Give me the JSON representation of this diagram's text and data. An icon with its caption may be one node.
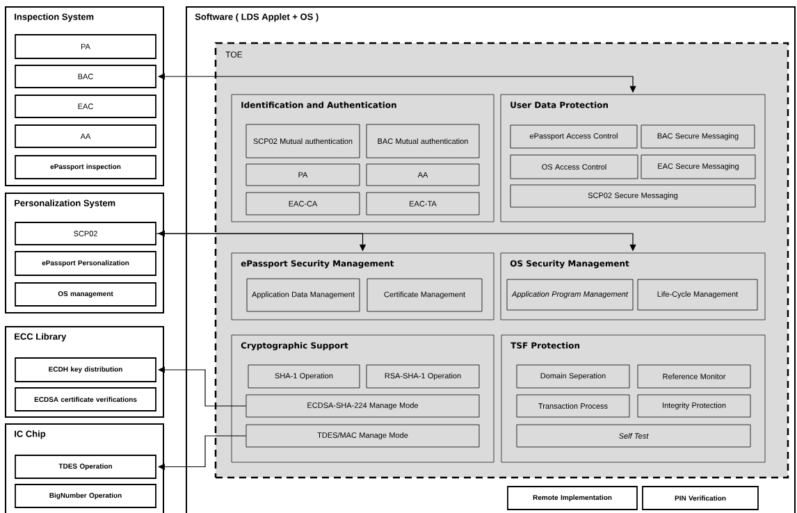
{
  "diagram": {
    "nodes": [
      {
        "text": [
          "Inspection System"
        ]
      },
      {
        "text": [
          "PA"
        ],
        "in": 0
      },
      {
        "text": [
          "BAC"
        ],
        "in": 0
      },
      {
        "text": [
          "EAC"
        ],
        "in": 0
      },
      {
        "text": [
          "AA"
        ],
        "in": 0
      },
      {
        "text": [
          "ePassport inspection"
        ],
        "in": 0
      },
      {
        "text": [
          "Personalization System"
        ]
      },
      {
        "text": [
          "SCP02"
        ],
        "in": 6
      },
      {
        "text": [
          "ePassport Personalization"
        ],
        "in": 6
      },
      {
        "text": [
          "OS management"
        ],
        "in": 6
      },
      {
        "text": [
          "ECC Library"
        ]
      },
      {
        "text": [
          "ECDH key distribution"
        ],
        "in": 10
      },
      {
        "text": [
          "ECDSA certificate verifications"
        ],
        "in": 10
      },
      {
        "text": [
          "IC Chip"
        ]
      },
      {
        "text": [
          "TDES Operation"
        ],
        "in": 13
      },
      {
        "text": [
          "BigNumber Operation"
        ],
        "in": 13
      },
      {
        "text": [
          "Software ( LDS Applet + OS )"
        ]
      },
      {
        "text": [
          "TOE"
        ],
        "in": 16
      },
      {
        "text": [
          "Identification and Authentication"
        ],
        "in": 17
      },
      {
        "text": [
          "SCP02 Mutual authentication"
        ],
        "in": 18
      },
      {
        "text": [
          "BAC Mutual authentication"
        ],
        "in": 18
      },
      {
        "text": [
          "PA"
        ],
        "in": 18
      },
      {
        "text": [
          "AA"
        ],
        "in": 18
      },
      {
        "text": [
          "EAC-CA"
        ],
        "in": 18
      },
      {
        "text": [
          "EAC-TA"
        ],
        "in": 18
      },
      {
        "text": [
          "User Data Protection"
        ],
        "in": 17
      },
      {
        "text": [
          "ePassport Access Control"
        ],
        "in": 25
      },
      {
        "text": [
          "BAC Secure Messaging"
        ],
        "in": 25
      },
      {
        "text": [
          "OS Access Control"
        ],
        "in": 25
      },
      {
        "text": [
          "EAC Secure Messaging"
        ],
        "in": 25
      },
      {
        "text": [
          "SCP02 Secure Messaging"
        ],
        "in": 25
      },
      {
        "text": [
          "ePassport Security Management"
        ],
        "in": 17
      },
      {
        "text": [
          "Application Data Management"
        ],
        "in": 31
      },
      {
        "text": [
          "Certificate Management"
        ],
        "in": 31
      },
      {
        "text": [
          "OS Security Management"
        ],
        "in": 17
      },
      {
        "text": [
          "Application Program Management"
        ],
        "in": 34
      },
      {
        "text": [
          "Life-Cycle Management"
        ],
        "in": 34
      },
      {
        "text": [
          "Cryptographic Support"
        ],
        "in": 17
      },
      {
        "text": [
          "SHA-1 Operation"
        ],
        "in": 37
      },
      {
        "text": [
          "RSA-SHA-1 Operation"
        ],
        "in": 37
      },
      {
        "text": [
          "ECDSA-SHA-224 Manage Mode"
        ],
        "in": 37
      },
      {
        "text": [
          "TDES/MAC Manage Mode"
        ],
        "in": 37
      },
      {
        "text": [
          "TSF Protection"
        ],
        "in": 17
      },
      {
        "text": [
          "Domain Seperation"
        ],
        "in": 42
      },
      {
        "text": [
          "Reference Monitor"
        ],
        "in": 42
      },
      {
        "text": [
          "Transaction Process"
        ],
        "in": 42
      },
      {
        "text": [
          "Integrity Protection"
        ],
        "in": 42
      },
      {
        "text": [
          "Self Test"
        ],
        "in": 42
      },
      {
        "text": [
          "Remote Implementation"
        ],
        "in": 16
      },
      {
        "text": [
          "PIN Verification"
        ],
        "in": 16
      }
    ],
    "edges": [
      {
        "from": 25,
        "to": 2,
        "arrow": "both"
      },
      {
        "from": 7,
        "to": 31,
        "arrow": "both"
      },
      {
        "from": 7,
        "to": 34,
        "arrow": "to"
      },
      {
        "from": 40,
        "to": 11,
        "arrow": "to"
      },
      {
        "from": 41,
        "to": 14,
        "arrow": "to"
      }
    ]
  }
}
